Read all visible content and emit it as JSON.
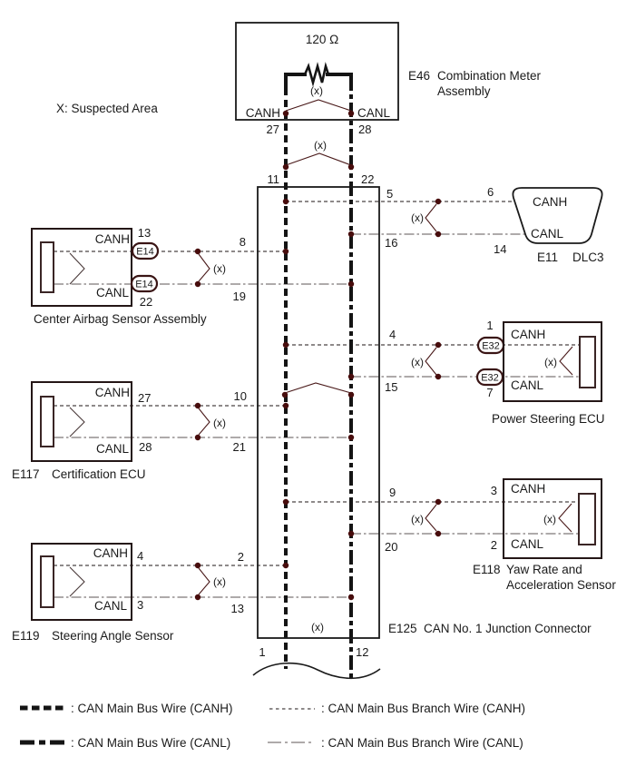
{
  "note": "X: Suspected Area",
  "colors": {
    "background": "#ffffff",
    "main_bus_wire": "#141414",
    "branch_wire_canh": "#4b4545",
    "branch_wire_canl": "#7d7777",
    "junction_dot": "#470c0c"
  },
  "e46": {
    "id": "E46",
    "name_line1": "Combination Meter",
    "name_line2": "Assembly",
    "resistor_value": "120 Ω",
    "canh": "CANH",
    "canl": "CANL",
    "pin_canh": "27",
    "pin_canl": "28",
    "suspect": "(x)"
  },
  "main_bus": {
    "suspect": "(x)",
    "pin_top_canh": "11",
    "pin_top_canl": "22"
  },
  "junction": {
    "id": "E125",
    "name": "CAN No. 1 Junction Connector",
    "suspect": "(x)",
    "pin_bottom_canh": "1",
    "pin_bottom_canl": "12",
    "pins": {
      "p5": "5",
      "p16": "16",
      "p8": "8",
      "p19": "19",
      "p4": "4",
      "p15": "15",
      "p10": "10",
      "p21": "21",
      "p9": "9",
      "p20": "20",
      "p2": "2",
      "p13": "13"
    }
  },
  "dlc3": {
    "id": "E11",
    "name": "DLC3",
    "canh": "CANH",
    "canl": "CANL",
    "pin_canh": "6",
    "pin_canl": "14",
    "suspect": "(x)"
  },
  "airbag": {
    "name": "Center Airbag Sensor Assembly",
    "canh": "CANH",
    "canl": "CANL",
    "pin_canh": "13",
    "pin_canl": "22",
    "connector": "E14",
    "suspect": "(x)"
  },
  "certification": {
    "id": "E117",
    "name": "Certification ECU",
    "canh": "CANH",
    "canl": "CANL",
    "pin_canh": "27",
    "pin_canl": "28",
    "suspect": "(x)"
  },
  "steering_angle": {
    "id": "E119",
    "name": "Steering Angle Sensor",
    "canh": "CANH",
    "canl": "CANL",
    "pin_canh": "4",
    "pin_canl": "3",
    "suspect": "(x)"
  },
  "power_steering": {
    "name": "Power Steering ECU",
    "canh": "CANH",
    "canl": "CANL",
    "pin_canh": "1",
    "pin_canl": "7",
    "connector": "E32",
    "suspect_wire": "(x)",
    "suspect_internal": "(x)"
  },
  "yaw": {
    "id": "E118",
    "name_line1": "Yaw Rate and",
    "name_line2": "Acceleration Sensor",
    "canh": "CANH",
    "canl": "CANL",
    "pin_canh": "3",
    "pin_canl": "2",
    "suspect_wire": "(x)",
    "suspect_internal": "(x)"
  },
  "legend": {
    "main_canh": ": CAN Main Bus Wire (CANH)",
    "main_canl": ": CAN Main Bus Wire (CANL)",
    "branch_canh": ": CAN Main Bus Branch Wire (CANH)",
    "branch_canl": ": CAN Main Bus Branch Wire (CANL)"
  }
}
